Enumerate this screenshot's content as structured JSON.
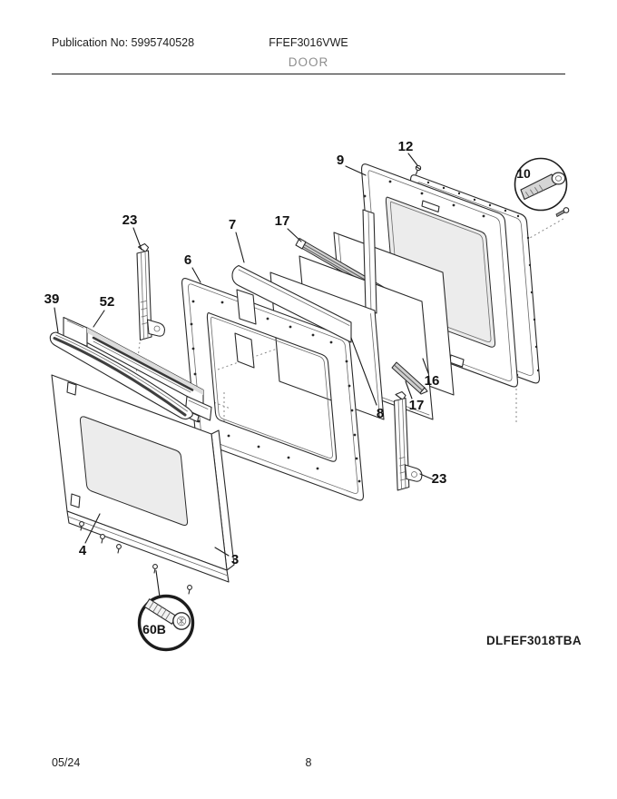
{
  "header": {
    "publication": "Publication No: 5995740528",
    "model": "FFEF3016VWE",
    "section": "DOOR"
  },
  "diagram": {
    "assembly_code": "DLFEF3018TBA",
    "callouts": [
      {
        "ref": "9"
      },
      {
        "ref": "12"
      },
      {
        "ref": "10"
      },
      {
        "ref": "23"
      },
      {
        "ref": "7"
      },
      {
        "ref": "17"
      },
      {
        "ref": "6"
      },
      {
        "ref": "39"
      },
      {
        "ref": "52"
      },
      {
        "ref": "16"
      },
      {
        "ref": "17"
      },
      {
        "ref": "8"
      },
      {
        "ref": "23"
      },
      {
        "ref": "4"
      },
      {
        "ref": "3"
      },
      {
        "ref": "60B"
      }
    ]
  },
  "footer": {
    "date": "05/24",
    "page": "8"
  }
}
